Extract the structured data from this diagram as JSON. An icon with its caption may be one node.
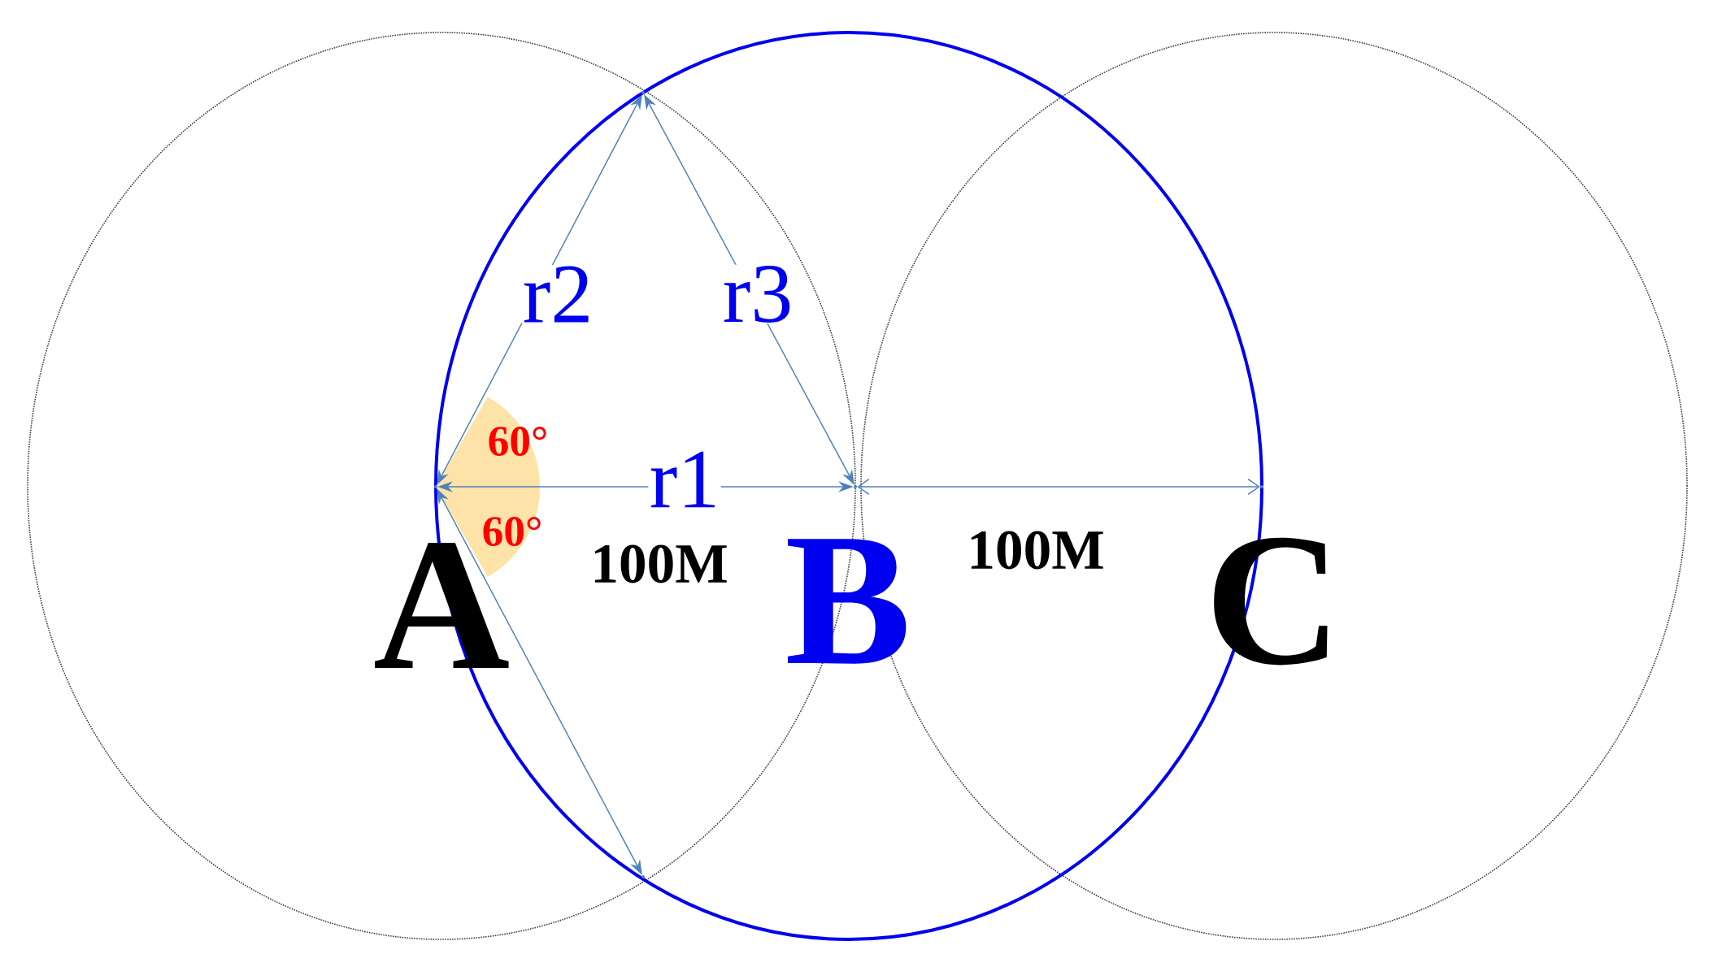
{
  "diagram": {
    "nodes": [
      {
        "text": [],
        "shape": "point",
        "beside": [
          "A"
        ]
      },
      {
        "text": [],
        "shape": "point"
      },
      {
        "text": [],
        "shape": "point",
        "beside": [
          "B"
        ]
      },
      {
        "text": [],
        "shape": "point"
      },
      {
        "text": [],
        "shape": "point",
        "beside": [
          "C"
        ]
      }
    ],
    "edges": [
      {
        "from": 0,
        "to": 1,
        "arrow": "both",
        "label": "r2"
      },
      {
        "from": 1,
        "to": 2,
        "arrow": "both",
        "label": "r3"
      },
      {
        "from": 0,
        "to": 2,
        "arrow": "both",
        "label": "r1"
      },
      {
        "from": 0,
        "to": 3,
        "arrow": "both"
      },
      {
        "from": 2,
        "to": 4,
        "arrow": "both",
        "label": "100M"
      }
    ],
    "labels": [
      "60°",
      "60°",
      "100M"
    ]
  }
}
